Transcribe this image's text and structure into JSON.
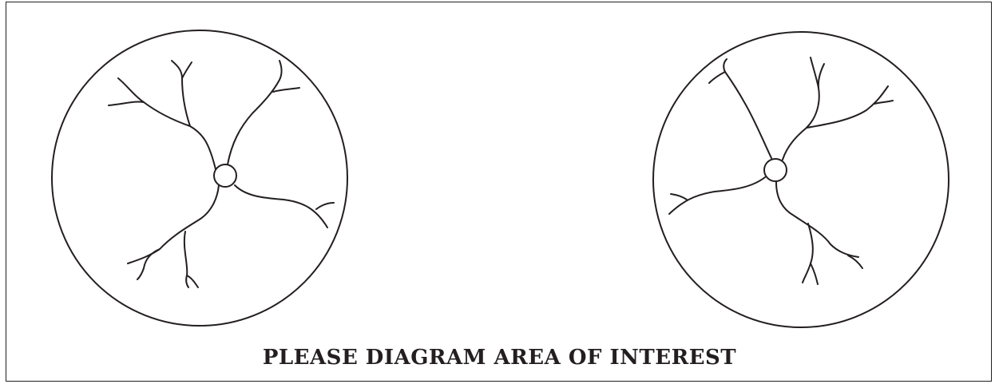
{
  "form": {
    "instruction": "PLEASE DIAGRAM AREA OF INTEREST"
  },
  "diagrams": [
    {
      "name": "left-fundus-diagram",
      "icon": "retina-fundus-icon"
    },
    {
      "name": "right-fundus-diagram",
      "icon": "retina-fundus-icon"
    }
  ],
  "colors": {
    "line": "#231f20",
    "background": "#ffffff"
  }
}
